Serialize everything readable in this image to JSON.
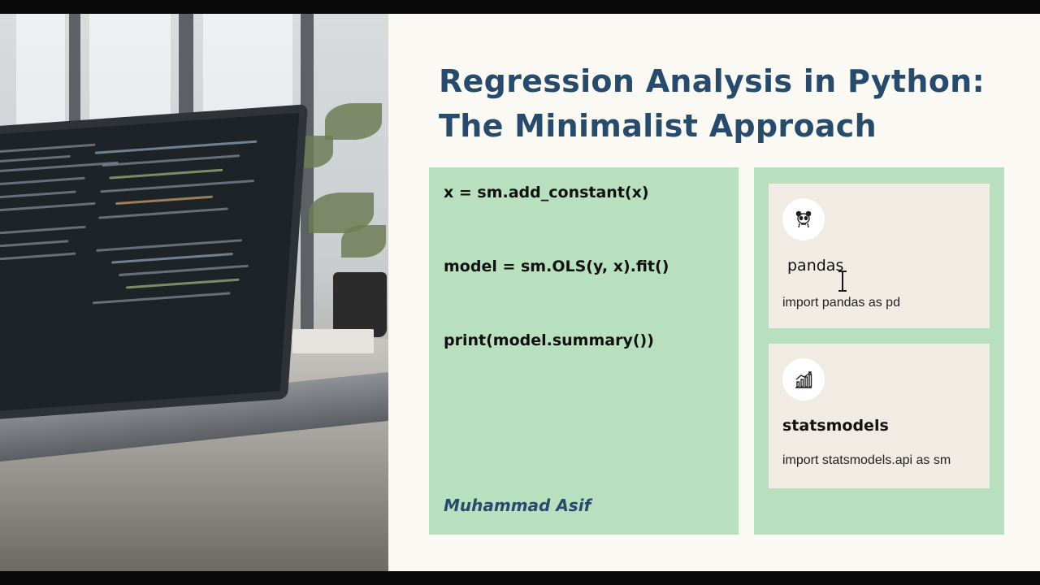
{
  "slide": {
    "title_line1": "Regression Analysis in Python:",
    "title_line2": "The Minimalist Approach"
  },
  "code": {
    "lines": [
      "x = sm.add_constant(x)",
      "model = sm.OLS(y, x).fit()",
      "print(model.summary())"
    ],
    "author": "Muhammad Asif"
  },
  "libraries": [
    {
      "name": "pandas",
      "import": "import pandas as pd",
      "icon": "panda-icon"
    },
    {
      "name": "statsmodels",
      "import": "import statsmodels.api as sm",
      "icon": "chart-icon"
    }
  ],
  "colors": {
    "title": "#274b6c",
    "panel_green": "#b8e0bf",
    "card_bg": "#f0ece4",
    "slide_bg": "#fbf9f4"
  }
}
